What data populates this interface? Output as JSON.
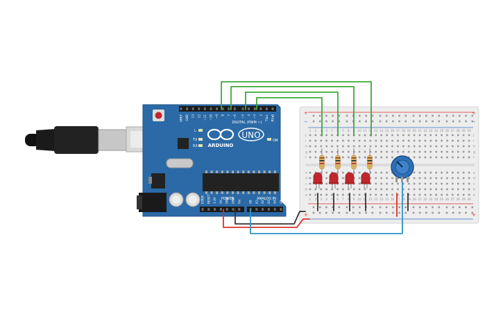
{
  "board": {
    "brand": "ARDUINO",
    "model": "UNO",
    "infinity_mark": "∞",
    "digital_label": "DIGITAL (PWM ~)",
    "analog_label": "ANALOG IN",
    "power_label": "POWER",
    "on_label": "ON",
    "l_label": "L",
    "tx_label": "TX",
    "rx_label": "RX",
    "digital_pins": [
      "AREF",
      "GND",
      "13",
      "12",
      "~11",
      "~10",
      "~9",
      "8",
      "7",
      "~6",
      "~5",
      "4",
      "~3",
      "2",
      "TX▸1",
      "RX◂0"
    ],
    "power_pins": [
      "IOREF",
      "RESET",
      "3.3V",
      "5V",
      "GND",
      "GND",
      "Vin"
    ],
    "analog_pins": [
      "A0",
      "A1",
      "A2",
      "A3",
      "A4",
      "A5"
    ]
  },
  "breadboard": {
    "column_numbers": [
      "1",
      "2",
      "3",
      "4",
      "5",
      "6",
      "7",
      "8",
      "9",
      "10",
      "11",
      "12",
      "13",
      "14",
      "15",
      "16",
      "17",
      "18",
      "19",
      "20",
      "21",
      "22",
      "23",
      "24",
      "25",
      "26",
      "27",
      "28",
      "29",
      "30"
    ],
    "row_letters_top": [
      "j",
      "i",
      "h",
      "g",
      "f"
    ],
    "row_letters_bottom": [
      "e",
      "d",
      "c",
      "b",
      "a"
    ],
    "rail_plus": "+",
    "rail_minus": "−"
  },
  "colors": {
    "board_blue": "#2b6aa6",
    "wire_green": "#3aaa35",
    "wire_red": "#d9302a",
    "wire_blue": "#2a93c8",
    "wire_black": "#333333",
    "led_red": "#c0272d",
    "pot_blue": "#2f6fb5"
  },
  "components": {
    "leds": 4,
    "resistors": 4,
    "potentiometer": 1,
    "usb_cable": 1
  }
}
